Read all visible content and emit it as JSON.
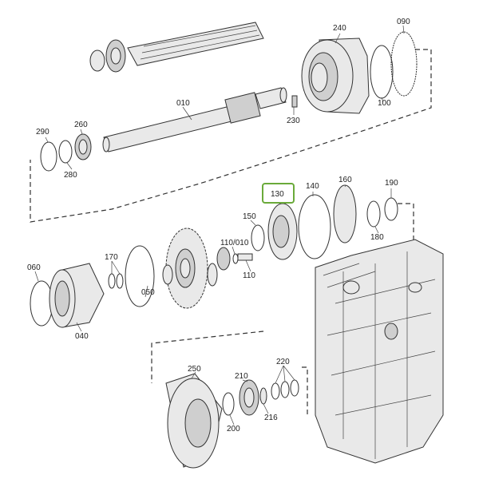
{
  "diagram": {
    "highlight_color": "#6aaa3a",
    "highlighted_part": "130",
    "parts": {
      "p010": "010",
      "p040": "040",
      "p050": "050",
      "p060": "060",
      "p090": "090",
      "p100": "100",
      "p110": "110",
      "p110_010": "110/010",
      "p130": "130",
      "p140": "140",
      "p150": "150",
      "p160": "160",
      "p170": "170",
      "p180": "180",
      "p190": "190",
      "p200": "200",
      "p210": "210",
      "p216": "216",
      "p220": "220",
      "p230": "230",
      "p240": "240",
      "p250": "250",
      "p260": "260",
      "p280": "280",
      "p290": "290"
    }
  }
}
